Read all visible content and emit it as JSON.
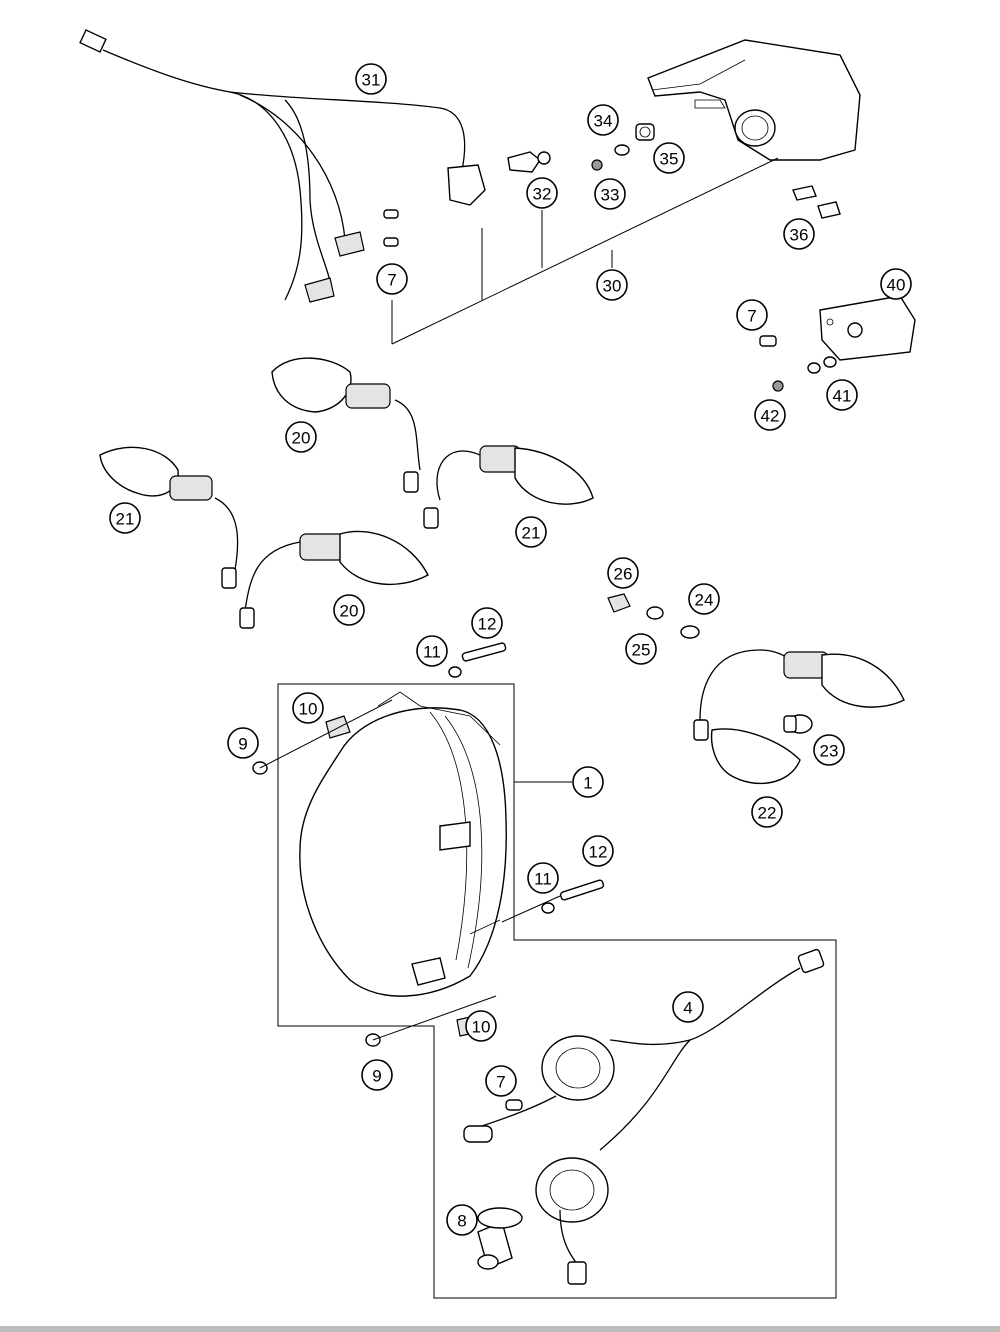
{
  "callouts": {
    "c31": "31",
    "c34": "34",
    "c35": "35",
    "c33": "33",
    "c32": "32",
    "c36": "36",
    "c30": "30",
    "c7a": "7",
    "c40": "40",
    "c7b": "7",
    "c41": "41",
    "c42": "42",
    "c20a": "20",
    "c21a": "21",
    "c21b": "21",
    "c20b": "20",
    "c26": "26",
    "c24": "24",
    "c25": "25",
    "c12a": "12",
    "c11a": "11",
    "c10a": "10",
    "c9a": "9",
    "c1": "1",
    "c23": "23",
    "c22": "22",
    "c12b": "12",
    "c11b": "11",
    "c4": "4",
    "c10b": "10",
    "c9b": "9",
    "c7c": "7",
    "c8": "8"
  },
  "colors": {
    "line": "#000000",
    "background": "#ffffff",
    "shade": "#e4e4e4"
  }
}
